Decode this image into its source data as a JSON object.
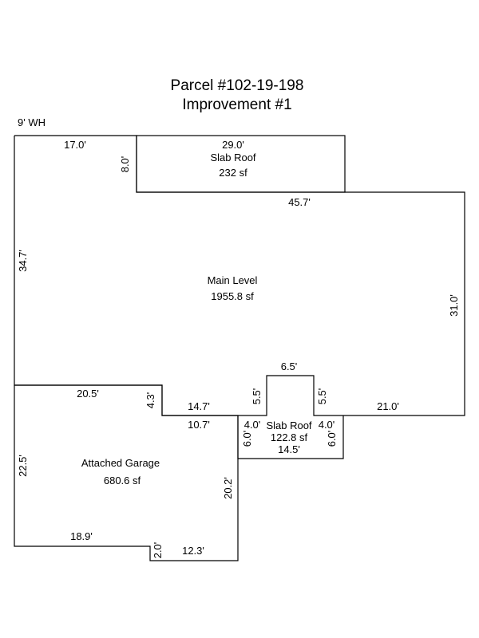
{
  "title": {
    "line1": "Parcel #102-19-198",
    "line2": "Improvement #1"
  },
  "note": "9' WH",
  "areas": {
    "slab_roof_top": {
      "name": "Slab Roof",
      "size": "232 sf"
    },
    "main_level": {
      "name": "Main Level",
      "size": "1955.8 sf"
    },
    "attached_garage": {
      "name": "Attached Garage",
      "size": "680.6 sf"
    },
    "slab_roof_small": {
      "name": "Slab Roof",
      "size": "122.8 sf"
    }
  },
  "dimensions": {
    "top_left_17": "17.0'",
    "slab_top_29": "29.0'",
    "slab_side_8": "8.0'",
    "main_top_45_7": "45.7'",
    "left_34_7": "34.7'",
    "right_31": "31.0'",
    "bump_top_6_5": "6.5'",
    "garage_top_20_5": "20.5'",
    "step_4_3": "4.3'",
    "step_14_7": "14.7'",
    "bump_left_5_5": "5.5'",
    "bump_right_5_5": "5.5'",
    "bottom_21": "21.0'",
    "step_10_7": "10.7'",
    "slab_left_4": "4.0'",
    "slab_right_4": "4.0'",
    "slab_left_6": "6.0'",
    "slab_right_6": "6.0'",
    "slab_bottom_14_5": "14.5'",
    "garage_left_22_5": "22.5'",
    "garage_right_20_2": "20.2'",
    "garage_bottom_18_9": "18.9'",
    "garage_step_2": "2.0'",
    "garage_bottom_12_3": "12.3'"
  }
}
